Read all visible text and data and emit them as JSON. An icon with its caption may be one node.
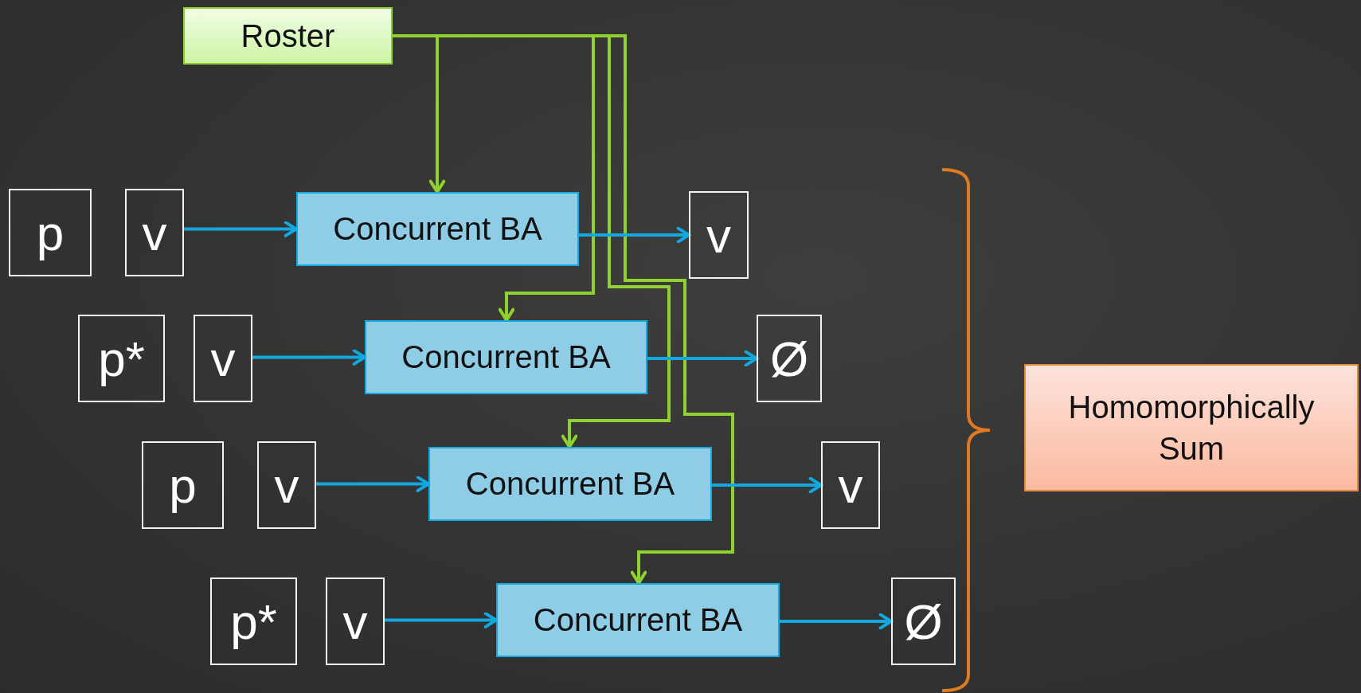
{
  "diagram": {
    "nodes": [
      {
        "text": [
          "Roster"
        ]
      },
      {
        "text": [
          "p"
        ]
      },
      {
        "text": [
          "v"
        ]
      },
      {
        "text": [
          "Concurrent BA"
        ]
      },
      {
        "text": [
          "v"
        ]
      },
      {
        "text": [
          "p*"
        ]
      },
      {
        "text": [
          "v"
        ]
      },
      {
        "text": [
          "Concurrent BA"
        ]
      },
      {
        "text": [
          "Ø"
        ]
      },
      {
        "text": [
          "p"
        ]
      },
      {
        "text": [
          "v"
        ]
      },
      {
        "text": [
          "Concurrent BA"
        ]
      },
      {
        "text": [
          "v"
        ]
      },
      {
        "text": [
          "p*"
        ]
      },
      {
        "text": [
          "v"
        ]
      },
      {
        "text": [
          "Concurrent BA"
        ]
      },
      {
        "text": [
          "Ø"
        ]
      },
      {
        "text": [
          "Homomorphically Sum"
        ]
      }
    ],
    "edges": [
      {
        "from": 0,
        "to": 3,
        "arrow": "to",
        "color": "#8fd12e"
      },
      {
        "from": 0,
        "to": 7,
        "arrow": "to",
        "color": "#8fd12e"
      },
      {
        "from": 0,
        "to": 11,
        "arrow": "to",
        "color": "#8fd12e"
      },
      {
        "from": 0,
        "to": 15,
        "arrow": "to",
        "color": "#8fd12e"
      },
      {
        "from": 2,
        "to": 3,
        "arrow": "to"
      },
      {
        "from": 3,
        "to": 4,
        "arrow": "to"
      },
      {
        "from": 6,
        "to": 7,
        "arrow": "to"
      },
      {
        "from": 7,
        "to": 8,
        "arrow": "to"
      },
      {
        "from": 10,
        "to": 11,
        "arrow": "to"
      },
      {
        "from": 11,
        "to": 12,
        "arrow": "to"
      },
      {
        "from": 14,
        "to": 15,
        "arrow": "to"
      },
      {
        "from": 15,
        "to": 16,
        "arrow": "to"
      }
    ]
  }
}
